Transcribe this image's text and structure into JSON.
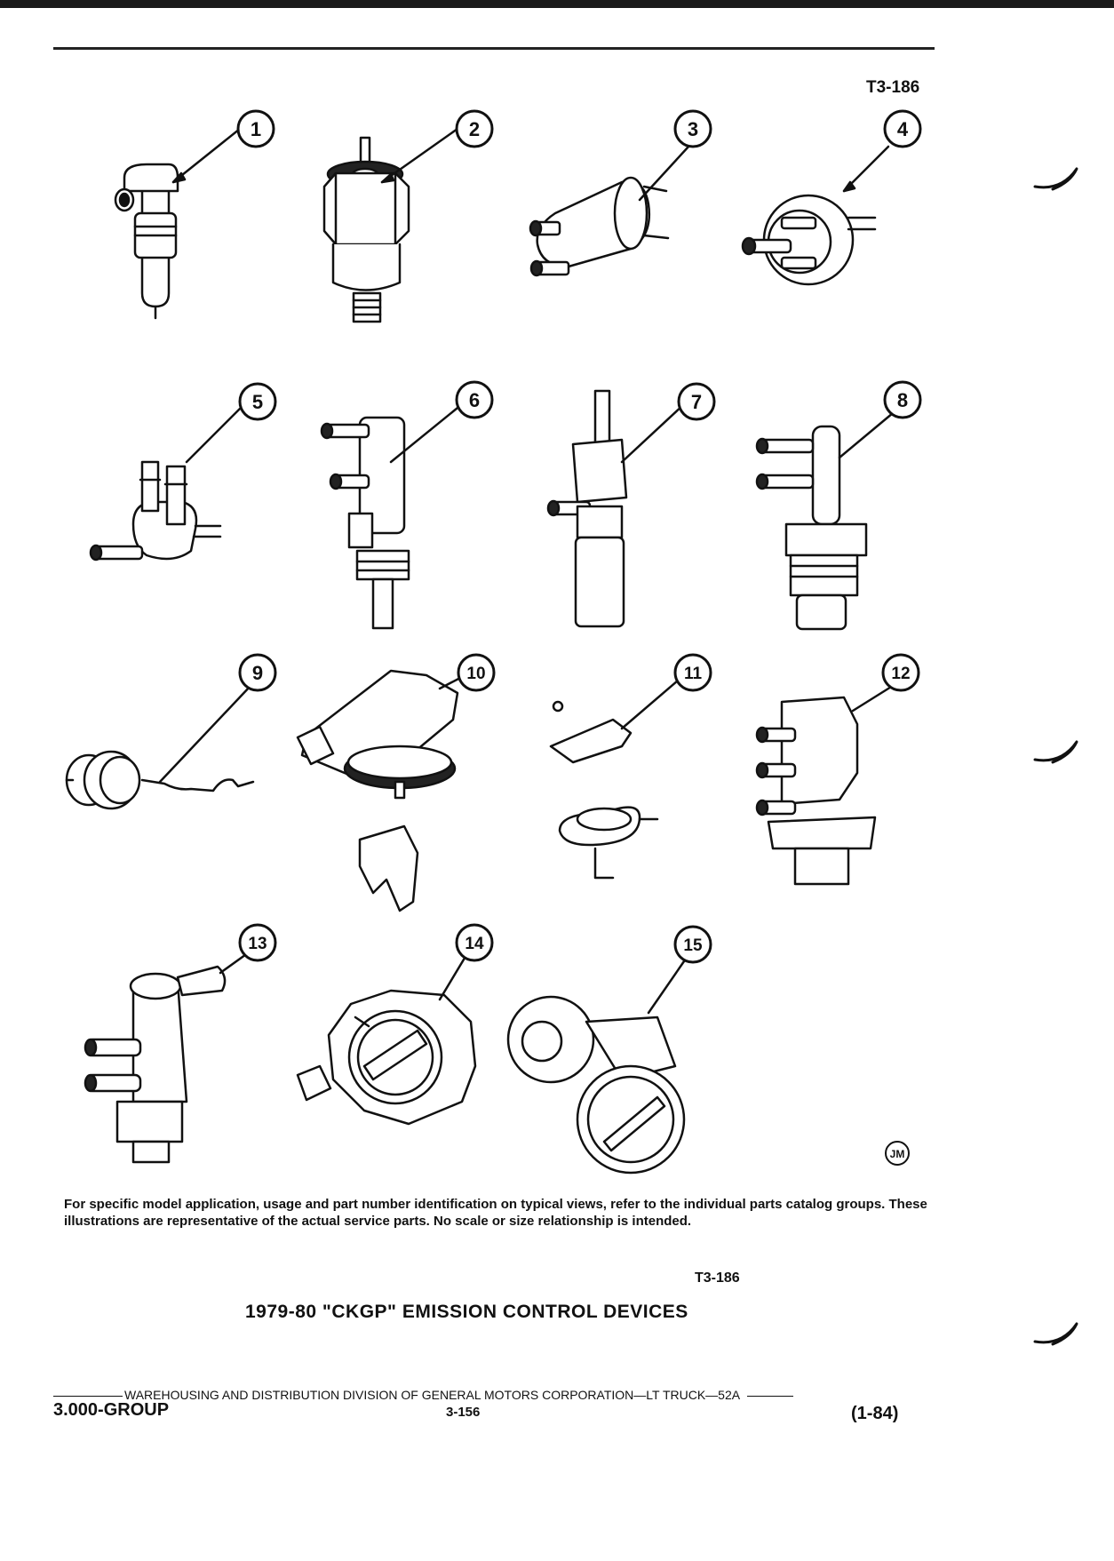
{
  "header": {
    "ref_code": "T3-186"
  },
  "callouts": [
    "1",
    "2",
    "3",
    "4",
    "5",
    "6",
    "7",
    "8",
    "9",
    "10",
    "11",
    "12",
    "13",
    "14",
    "15"
  ],
  "artist_mark": "JM",
  "disclaimer": "For specific model application, usage and part number identification on typical views, refer to the individual parts catalog groups.  These illustrations are representative of the actual service parts.  No scale or size relationship is intended.",
  "caption": {
    "ref_code": "T3-186",
    "title": "1979-80 \"CKGP\" EMISSION CONTROL DEVICES"
  },
  "footer": {
    "line": "WAREHOUSING AND DISTRIBUTION  DIVISION OF GENERAL MOTORS CORPORATION—LT TRUCK—52A",
    "group": "3.000-GROUP",
    "page": "3-156",
    "date": "(1-84)"
  }
}
